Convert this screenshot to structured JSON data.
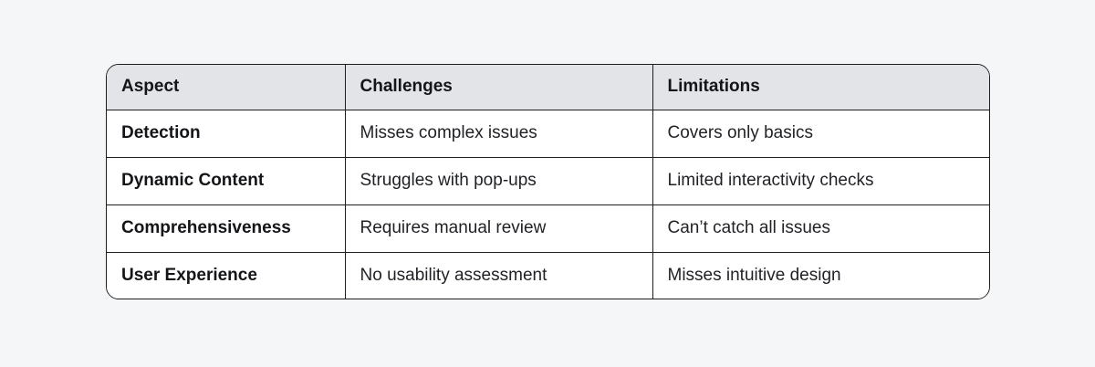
{
  "page": {
    "background_color": "#f5f6f8"
  },
  "table": {
    "border_color": "#1e1e1e",
    "header_background": "#e2e4e8",
    "columns": [
      {
        "label": "Aspect"
      },
      {
        "label": "Challenges"
      },
      {
        "label": "Limitations"
      }
    ],
    "rows": [
      {
        "aspect": "Detection",
        "challenge": "Misses complex issues",
        "limitation": "Covers only basics"
      },
      {
        "aspect": "Dynamic Content",
        "challenge": "Struggles with pop-ups",
        "limitation": "Limited interactivity checks"
      },
      {
        "aspect": "Comprehensiveness",
        "challenge": "Requires manual review",
        "limitation": "Can’t catch all issues"
      },
      {
        "aspect": "User Experience",
        "challenge": "No usability assessment",
        "limitation": "Misses intuitive design"
      }
    ]
  }
}
